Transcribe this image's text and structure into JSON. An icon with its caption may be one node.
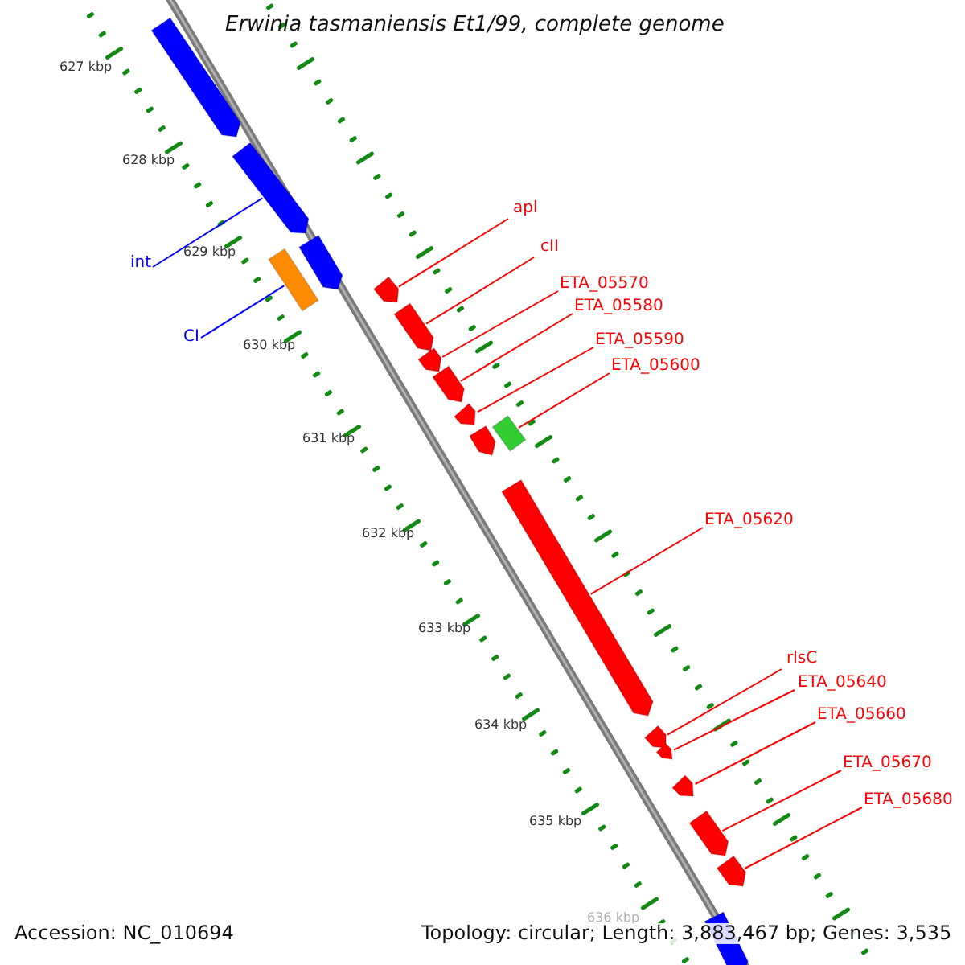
{
  "diagram": {
    "title": "Erwinia tasmaniensis Et1/99, complete genome",
    "nodes": [
      {
        "text": [
          "int"
        ]
      },
      {
        "text": [
          "CI"
        ]
      },
      {
        "text": [
          "apl"
        ]
      },
      {
        "text": [
          "cII"
        ]
      },
      {
        "text": [
          "ETA_05570"
        ]
      },
      {
        "text": [
          "ETA_05580"
        ]
      },
      {
        "text": [
          "ETA_05590"
        ]
      },
      {
        "text": [
          "ETA_05600"
        ]
      },
      {
        "text": [
          "ETA_05620"
        ]
      },
      {
        "text": [
          "rlsC"
        ]
      },
      {
        "text": [
          "ETA_05640"
        ]
      },
      {
        "text": [
          "ETA_05660"
        ]
      },
      {
        "text": [
          "ETA_05670"
        ]
      },
      {
        "text": [
          "ETA_05680"
        ]
      },
      {
        "text": [],
        "shape": "arrow"
      },
      {
        "text": [],
        "shape": "arrow"
      },
      {
        "text": [],
        "shape": "arrow"
      },
      {
        "text": [],
        "shape": "box"
      },
      {
        "text": [],
        "shape": "arrow"
      },
      {
        "text": [],
        "shape": "arrow"
      },
      {
        "text": [],
        "shape": "arrow"
      },
      {
        "text": [],
        "shape": "arrow"
      },
      {
        "text": [],
        "shape": "arrow"
      },
      {
        "text": [],
        "shape": "arrow"
      },
      {
        "text": [],
        "shape": "box"
      },
      {
        "text": [],
        "shape": "arrow"
      },
      {
        "text": [],
        "shape": "arrow"
      },
      {
        "text": [],
        "shape": "arrow"
      },
      {
        "text": [],
        "shape": "arrow"
      },
      {
        "text": [],
        "shape": "arrow"
      },
      {
        "text": [],
        "shape": "arrow"
      },
      {
        "text": [],
        "shape": "arrow"
      }
    ],
    "edges": [
      {
        "from": 0,
        "to": 15,
        "arrow": "none",
        "color": "#0000ff"
      },
      {
        "from": 1,
        "to": 17,
        "arrow": "none",
        "color": "#0000ff"
      },
      {
        "from": 2,
        "to": 18,
        "arrow": "none"
      },
      {
        "from": 3,
        "to": 19,
        "arrow": "none"
      },
      {
        "from": 4,
        "to": 20,
        "arrow": "none"
      },
      {
        "from": 5,
        "to": 21,
        "arrow": "none"
      },
      {
        "from": 6,
        "to": 22,
        "arrow": "none"
      },
      {
        "from": 7,
        "to": 24,
        "arrow": "none"
      },
      {
        "from": 8,
        "to": 25,
        "arrow": "none"
      },
      {
        "from": 9,
        "to": 26,
        "arrow": "none"
      },
      {
        "from": 10,
        "to": 27,
        "arrow": "none"
      },
      {
        "from": 11,
        "to": 28,
        "arrow": "none"
      },
      {
        "from": 12,
        "to": 29,
        "arrow": "none"
      },
      {
        "from": 13,
        "to": 30,
        "arrow": "none"
      }
    ],
    "labels": [
      "627 kbp",
      "628 kbp",
      "629 kbp",
      "630 kbp",
      "631 kbp",
      "632 kbp",
      "633 kbp",
      "634 kbp",
      "635 kbp",
      "636 kbp",
      "Accession: NC_010694",
      "Topology: circular; Length: 3,883,467 bp; Genes: 3,535"
    ]
  }
}
